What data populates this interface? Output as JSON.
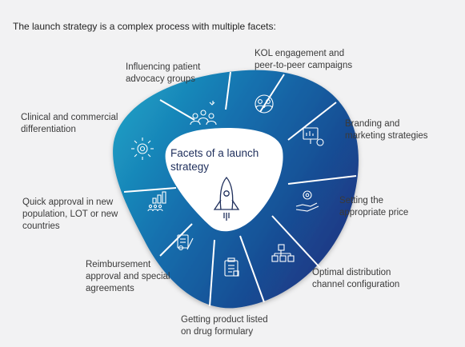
{
  "heading": "The launch strategy is a complex process with multiple facets:",
  "center": {
    "line1": "Facets of a launch",
    "line2": "strategy",
    "icon": "rocket-icon"
  },
  "colors": {
    "light_teal": "#1b9fc4",
    "mid_blue": "#1566a8",
    "dark_navy": "#1b3a86",
    "center_fill": "#ffffff",
    "icon_stroke": "#ffffff"
  },
  "facets": [
    {
      "id": "patient-advocacy",
      "icon": "patient-group-icon",
      "lines": [
        "Influencing patient",
        "advocacy groups"
      ]
    },
    {
      "id": "kol-engagement",
      "icon": "people-circle-icon",
      "lines": [
        "KOL engagement and",
        "peer-to-peer campaigns"
      ]
    },
    {
      "id": "branding",
      "icon": "marketing-screen-icon",
      "lines": [
        "Branding and",
        "marketing strategies"
      ]
    },
    {
      "id": "pricing",
      "icon": "hand-gear-icon",
      "lines": [
        "Setting the",
        "appropriate price"
      ]
    },
    {
      "id": "distribution",
      "icon": "network-boxes-icon",
      "lines": [
        "Optimal distribution",
        "channel configuration"
      ]
    },
    {
      "id": "formulary",
      "icon": "clipboard-icon",
      "lines": [
        "Getting product listed",
        "on drug formulary"
      ]
    },
    {
      "id": "reimbursement",
      "icon": "document-pen-icon",
      "lines": [
        "Reimbursement",
        "approval and special",
        "agreements"
      ]
    },
    {
      "id": "quick-approval",
      "icon": "bar-chart-people-icon",
      "lines": [
        "Quick approval in new",
        "population, LOT or new",
        "countries"
      ]
    },
    {
      "id": "differentiation",
      "icon": "target-arrows-icon",
      "lines": [
        "Clinical and commercial",
        "differentiation"
      ]
    }
  ]
}
